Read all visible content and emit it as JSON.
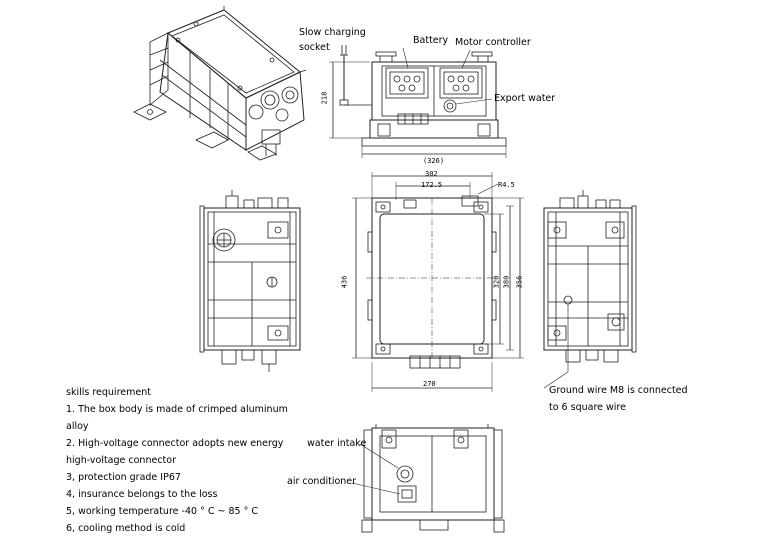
{
  "callouts": {
    "slow_charging_socket_line1": "Slow charging",
    "slow_charging_socket_line2": "socket",
    "battery": "Battery",
    "motor_controller": "Motor controller",
    "export_water": "Export water",
    "ground_wire_line1": "Ground wire M8 is connected",
    "ground_wire_line2": "to 6 square wire",
    "water_intake": "water intake",
    "air_conditioner": "air conditioner"
  },
  "dimensions": {
    "front_height": "218",
    "front_width": "(326)",
    "top_width_outer": "302",
    "top_width_inner": "172.5",
    "hole": "R4.5",
    "top_height_outer": "436",
    "top_height_inner": "356",
    "top_height_mid": "380",
    "top_height_small": "320",
    "bottom_width": "270"
  },
  "spec": {
    "title": "skills requirement",
    "items": [
      "1. The box body is made of crimped aluminum",
      "alloy",
      "2. High-voltage connector adopts new energy",
      "high-voltage connector",
      "3, protection grade IP67",
      "4, insurance belongs to the loss",
      "5, working temperature -40 ° C ~ 85 ° C",
      "6, cooling method is cold"
    ]
  }
}
